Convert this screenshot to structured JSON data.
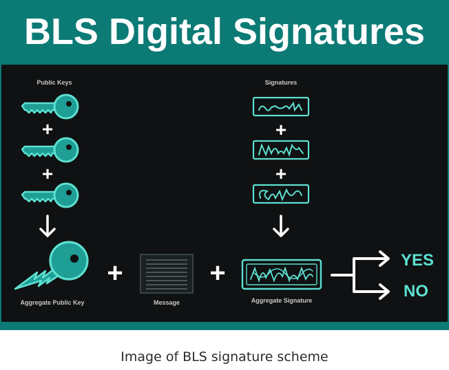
{
  "title": "BLS Digital Signatures",
  "caption": "Image of BLS signature scheme",
  "diagram": {
    "public_keys_label": "Public Keys",
    "signatures_label": "Signatures",
    "aggregate_public_key_label": "Aggregate Public Key",
    "message_label": "Message",
    "aggregate_signature_label": "Aggregate Signature",
    "yes_label": "YES",
    "no_label": "NO",
    "plus_symbol": "+",
    "down_arrow_symbol": "↓",
    "icons": [
      "key-icon",
      "signature-icon",
      "aggregate-key-icon",
      "message-icon",
      "aggregate-signature-icon",
      "branch-arrow-icon"
    ]
  },
  "colors": {
    "teal_frame": "#0c7a75",
    "panel_bg": "#0f1112",
    "accent": "#5ee0d0",
    "key_fill": "#1e9e95",
    "text_white": "#ffffff",
    "label_gray": "#c8c8c8"
  }
}
